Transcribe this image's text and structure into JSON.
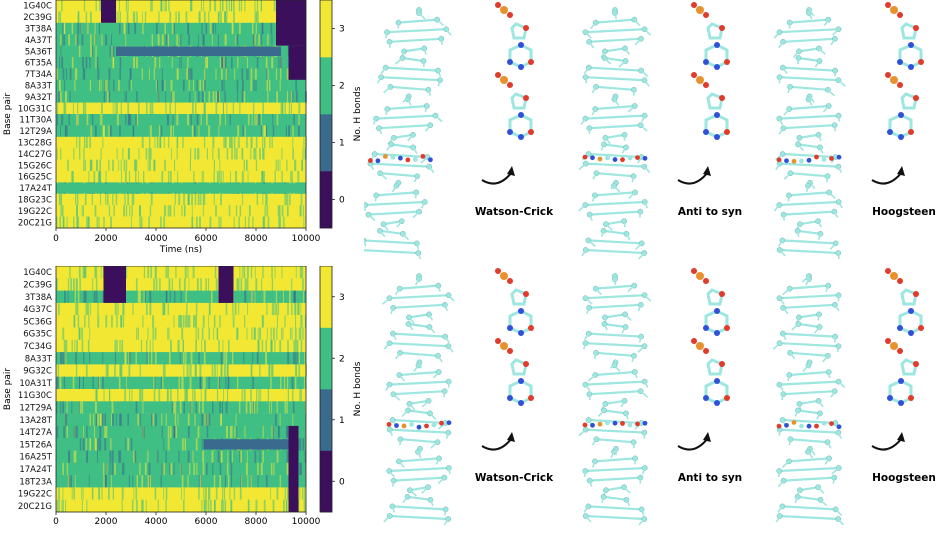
{
  "heatmaps": [
    {
      "id": "top",
      "ylabel": "Base pair",
      "xlabel": "Time (ns)",
      "xticks": [
        0,
        2000,
        4000,
        6000,
        8000,
        10000
      ],
      "rows": [
        "1G40C",
        "2C39G",
        "3T38A",
        "4A37T",
        "5A36T",
        "6T35A",
        "7T34A",
        "8A33T",
        "9A32T",
        "10G31C",
        "11T30A",
        "12T29A",
        "13C28G",
        "14C27G",
        "15G26C",
        "16G25C",
        "17A24T",
        "18G23C",
        "19G22C",
        "20C21G"
      ],
      "colorbar_label": "No. H bonds",
      "colorbar_ticks": [
        "0",
        "1",
        "2",
        "3"
      ]
    },
    {
      "id": "bottom",
      "ylabel": "Base pair",
      "xlabel": "",
      "xticks": [
        0,
        2000,
        4000,
        6000,
        8000,
        10000
      ],
      "rows": [
        "1G40C",
        "2C39G",
        "3T38A",
        "4G37C",
        "5C36G",
        "6G35C",
        "7C34G",
        "8A33T",
        "9G32C",
        "10A31T",
        "11G30C",
        "12T29A",
        "13A28T",
        "14T27A",
        "15T26A",
        "16A25T",
        "17A24T",
        "18T23A",
        "19G22C",
        "20C21G"
      ],
      "colorbar_label": "No. H bonds",
      "colorbar_ticks": [
        "0",
        "1",
        "2",
        "3"
      ]
    }
  ],
  "colors": {
    "h0": "#3b0f5c",
    "h1": "#3a6a8e",
    "h2": "#3fbf83",
    "h3": "#f2e833",
    "dna": "#9ee6e0",
    "dna_dark": "#6fb9b4",
    "oxygen": "#e03b2b",
    "nitrogen": "#3050d8",
    "phosphorus": "#e8912f"
  },
  "structure_labels_top": [
    "Watson-Crick",
    "Anti to syn",
    "Hoogsteen"
  ],
  "structure_labels_bottom": [
    "Watson-Crick",
    "Anti to syn",
    "Hoogsteen"
  ]
}
